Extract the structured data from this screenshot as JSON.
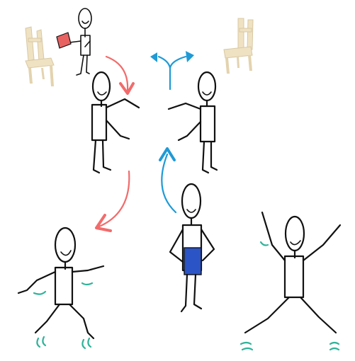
{
  "colors": {
    "background": "#ffffff",
    "ink": "#111111",
    "red_arrow": "#f26b6b",
    "blue_arrow": "#1f9ad6",
    "red_book": "#e86262",
    "blue_apron": "#2b54c7",
    "motion_lines": "#2fb39a",
    "chair_wood": "#efe2c3",
    "chair_shadow": "#d8c8a3"
  },
  "icons": {
    "left_chair": "wooden-chair-icon",
    "right_chair": "wooden-chair-icon",
    "book": "red-book-icon",
    "apron": "blue-apron-icon",
    "arrow_red_curved": "curved-arrow-icon",
    "arrow_blue_split": "split-arrow-icon",
    "arrow_blue_up": "curved-arrow-icon",
    "arrow_red_down": "curved-arrow-icon"
  },
  "figures": [
    {
      "id": "reader",
      "pose": "standing-holding-book"
    },
    {
      "id": "presenter-left",
      "pose": "open-arms"
    },
    {
      "id": "presenter-right",
      "pose": "open-arms"
    },
    {
      "id": "runner",
      "pose": "running"
    },
    {
      "id": "apron-figure",
      "pose": "standing-hands-on-hips"
    },
    {
      "id": "jumper",
      "pose": "star-jump"
    }
  ]
}
